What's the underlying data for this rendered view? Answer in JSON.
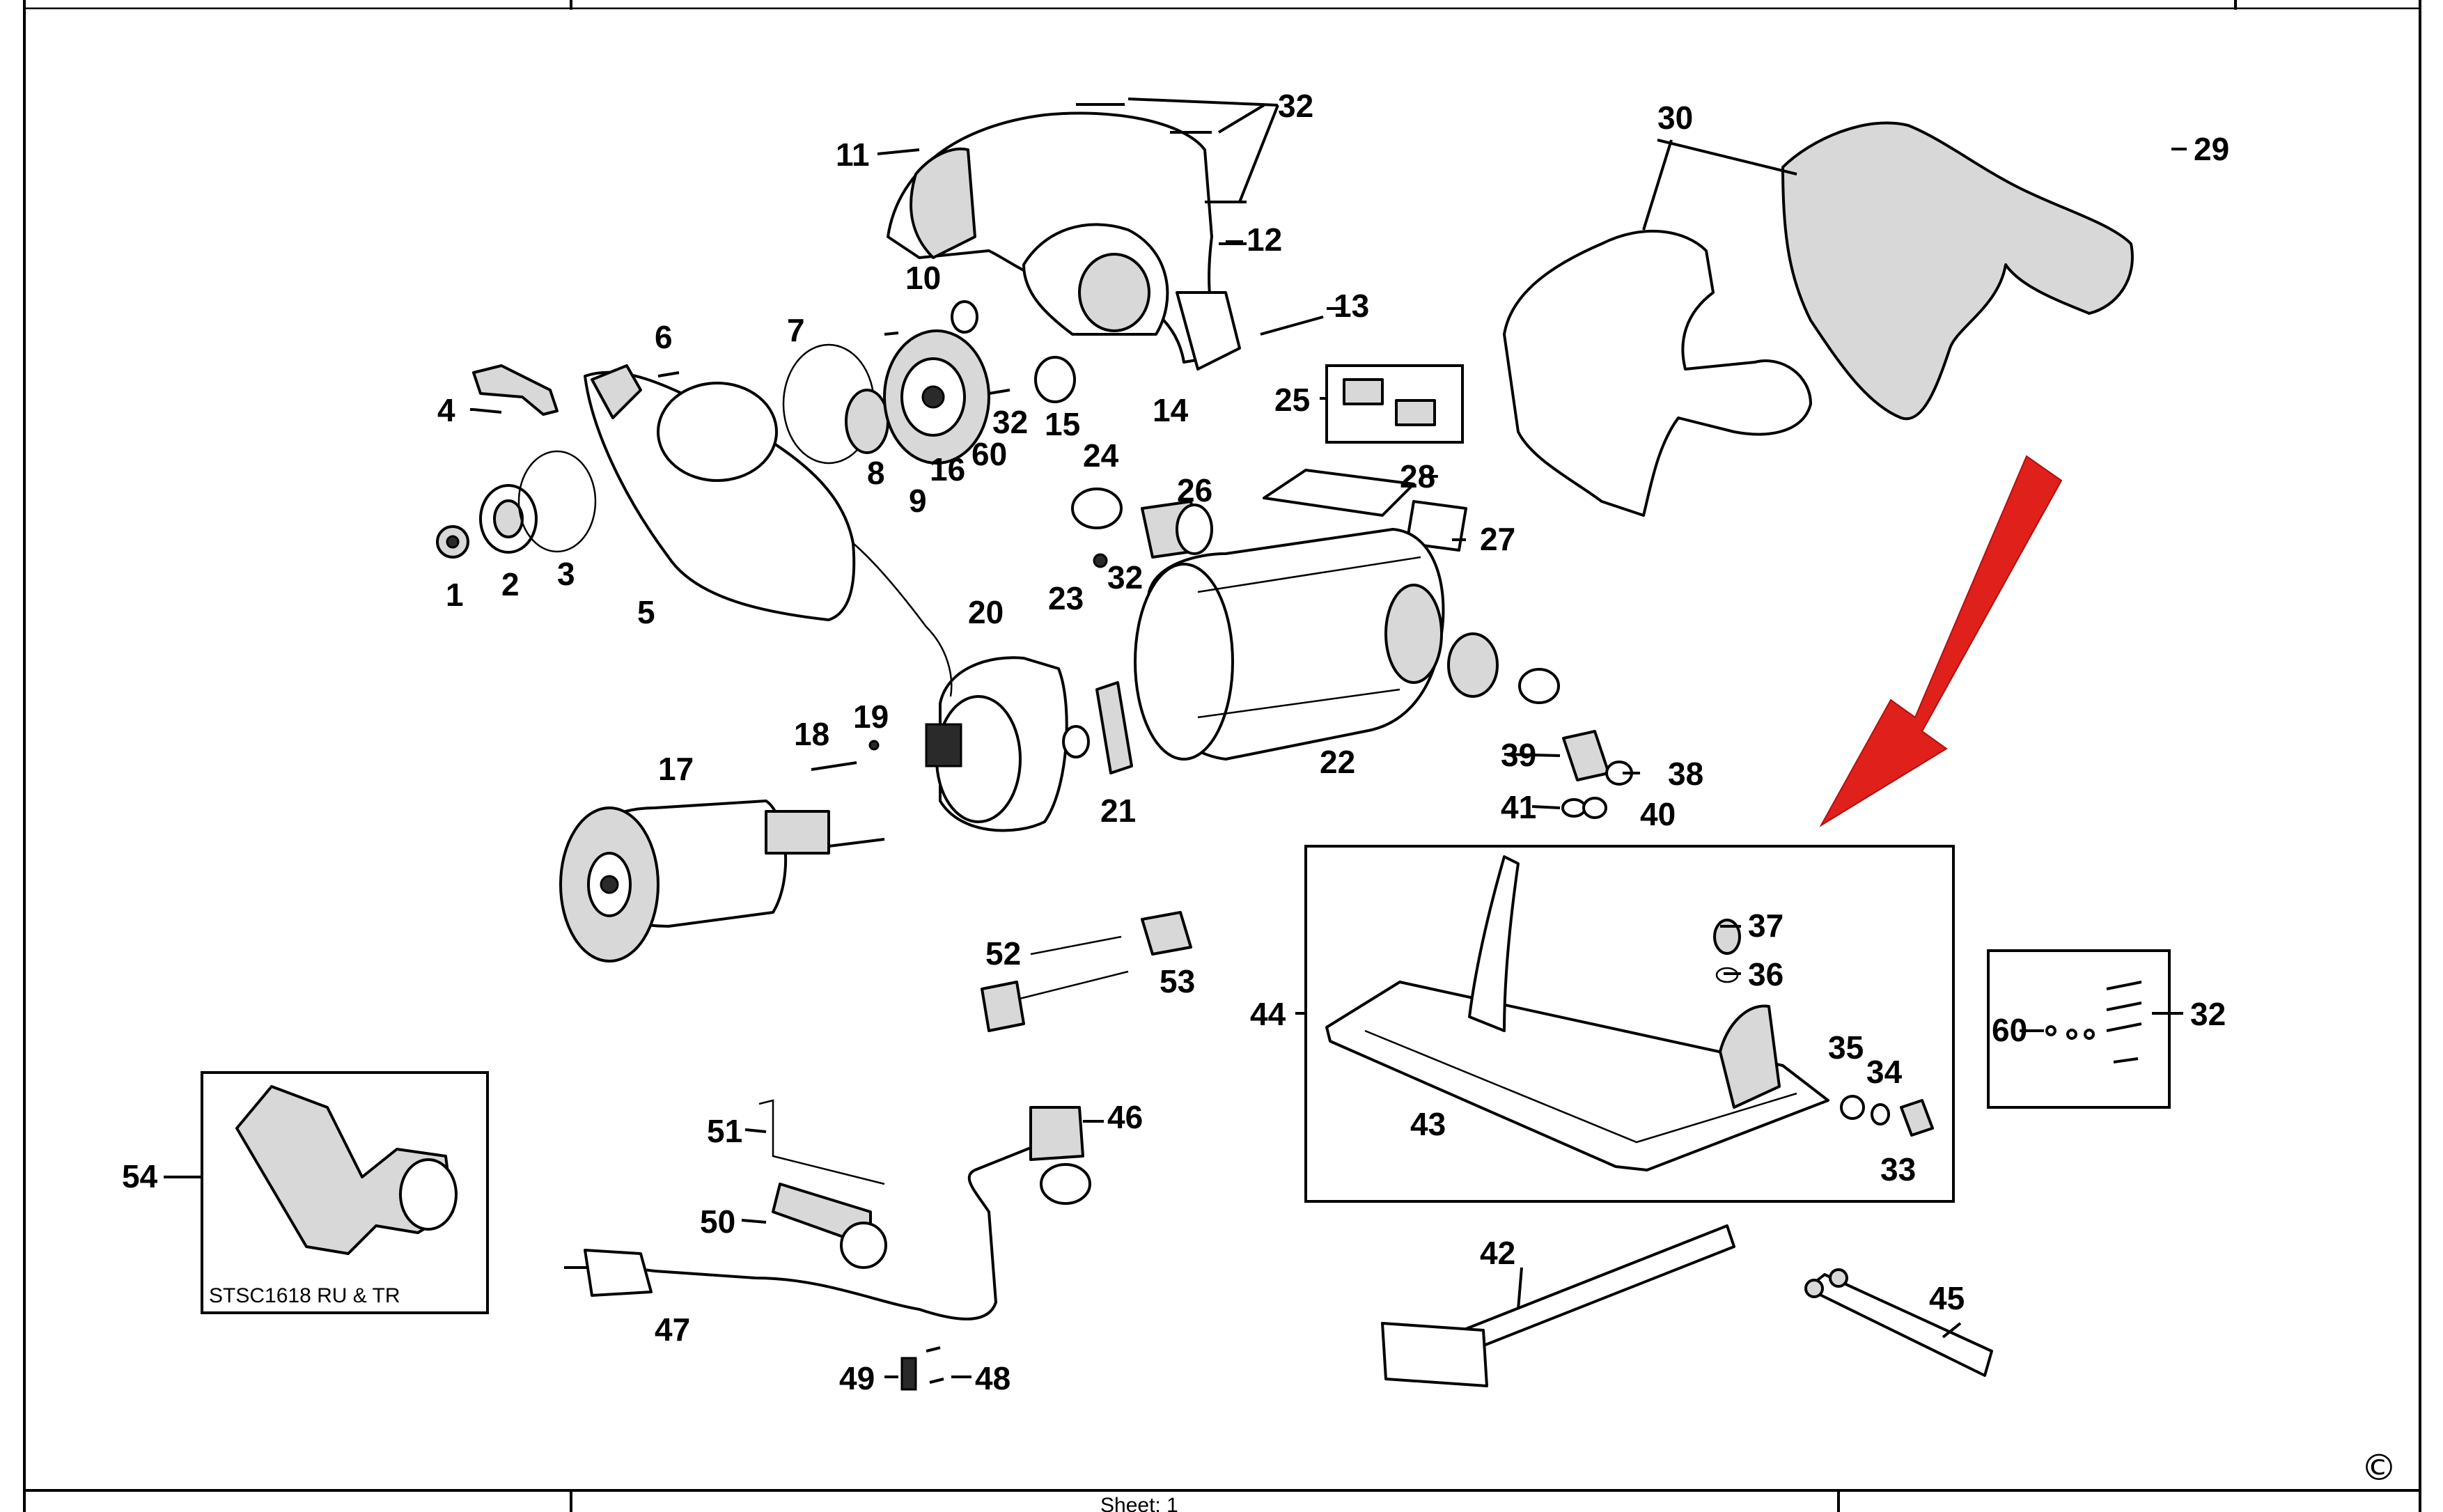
{
  "diagram": {
    "labels": [
      "1",
      "2",
      "3",
      "4",
      "5",
      "6",
      "7",
      "8",
      "9",
      "10",
      "11",
      "12",
      "13",
      "14",
      "15",
      "16",
      "17",
      "18",
      "19",
      "20",
      "21",
      "22",
      "23",
      "24",
      "25",
      "26",
      "27",
      "28",
      "29",
      "30",
      "32",
      "32",
      "32",
      "32",
      "33",
      "34",
      "35",
      "36",
      "37",
      "38",
      "39",
      "40",
      "41",
      "42",
      "43",
      "44",
      "45",
      "46",
      "47",
      "48",
      "49",
      "50",
      "51",
      "52",
      "53",
      "54",
      "60",
      "60"
    ],
    "box_54_caption": "STSC1618 RU & TR",
    "copyright": "©",
    "arrow_color": "#e0201b",
    "footer_text": "Sheet: 1"
  }
}
